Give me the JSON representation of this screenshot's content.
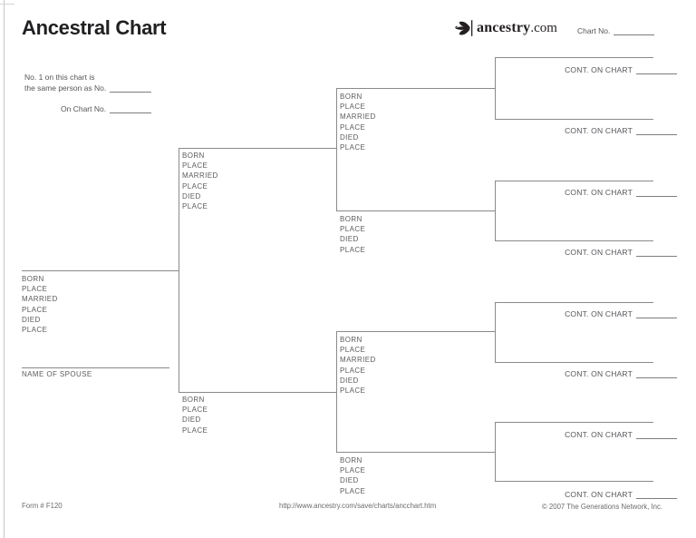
{
  "header": {
    "title": "Ancestral Chart",
    "logo": {
      "brand": "ancestry",
      "suffix": ".com",
      "icon": "leaf-sprig-icon"
    },
    "chart_no_label": "Chart No."
  },
  "intro": {
    "line1": "No. 1 on this chart is",
    "line2": "the same person as No.",
    "on_chart_label": "On Chart No."
  },
  "field_sets": {
    "full": [
      "BORN",
      "PLACE",
      "MARRIED",
      "PLACE",
      "DIED",
      "PLACE"
    ],
    "short": [
      "BORN",
      "PLACE",
      "DIED",
      "PLACE"
    ]
  },
  "spouse_label": "NAME OF SPOUSE",
  "cont_label": "CONT. ON CHART",
  "footer": {
    "form_number": "Form # F120",
    "url": "http://www.ancestry.com/save/charts/ancchart.htm",
    "copyright": "© 2007 The Generations Network, Inc."
  },
  "colors": {
    "rule_line": "#8a8a8c",
    "field_text": "#5b5c5e",
    "title_text": "#202022"
  }
}
